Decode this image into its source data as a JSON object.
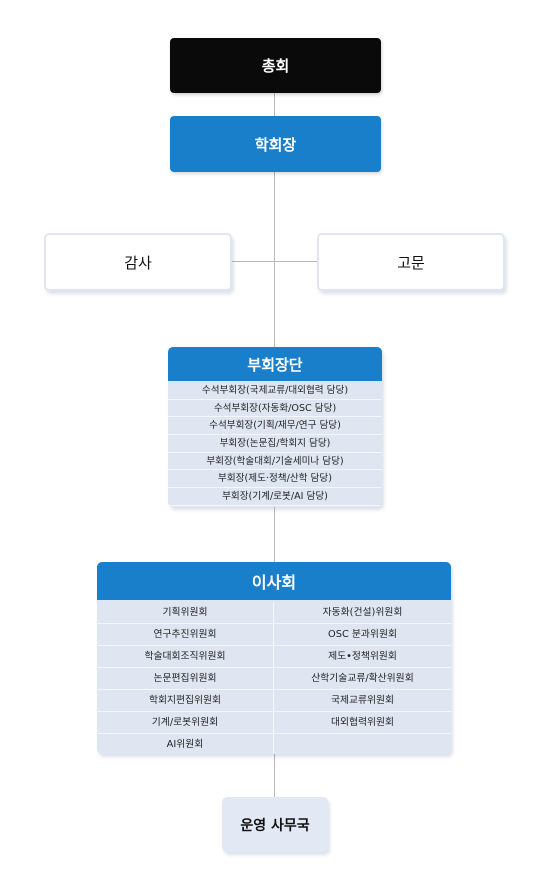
{
  "general_assembly": "총회",
  "president": "학회장",
  "auditor": "감사",
  "advisor": "고문",
  "vice_presidents": {
    "title": "부회장단",
    "items": [
      "수석부회장(국제교류/대외협력 담당)",
      "수석부회장(자동화/OSC 담당)",
      "수석부회장(기획/재무/연구 담당)",
      "부회장(논문집/학회지 담당)",
      "부회장(학술대회/기술세미나 담당)",
      "부회장(제도·정책/산학 담당)",
      "부회장(기계/로봇/AI 담당)"
    ]
  },
  "board": {
    "title": "이사회",
    "left": [
      "기획위원회",
      "연구추진위원회",
      "학술대회조직위원회",
      "논문편집위원회",
      "학회지편집위원회",
      "기계/로봇위원회",
      "AI위원회"
    ],
    "right": [
      "자동화(건설)위원회",
      "OSC 분과위원회",
      "제도•정책위원회",
      "산학기술교류/확산위원회",
      "국제교류위원회",
      "대외협력위원회",
      ""
    ]
  },
  "secretariat": "운영 사무국",
  "colors": {
    "blue": "#1a7fca",
    "black": "#0a0a0a",
    "panel": "#dfe6f2",
    "line": "#b8b8b8"
  }
}
